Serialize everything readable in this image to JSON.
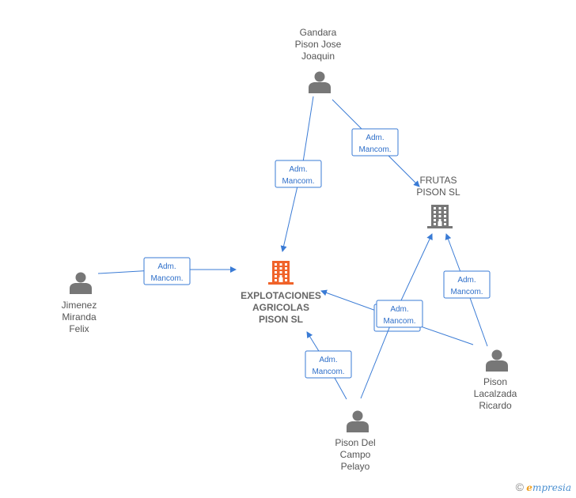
{
  "nodes": [
    {
      "id": "explotaciones",
      "type": "company-main",
      "lines": [
        "EXPLOTACIONES",
        "AGRICOLAS",
        "PISON  SL"
      ]
    },
    {
      "id": "frutas",
      "type": "company",
      "lines": [
        "FRUTAS",
        "PISON SL"
      ]
    },
    {
      "id": "gandara",
      "type": "person",
      "lines": [
        "Gandara",
        "Pison Jose",
        "Joaquin"
      ]
    },
    {
      "id": "jimenez",
      "type": "person",
      "lines": [
        "Jimenez",
        "Miranda",
        "Felix"
      ]
    },
    {
      "id": "lacalzada",
      "type": "person",
      "lines": [
        "Pison",
        "Lacalzada",
        "Ricardo"
      ]
    },
    {
      "id": "delcampo",
      "type": "person",
      "lines": [
        "Pison Del",
        "Campo",
        "Pelayo"
      ]
    }
  ],
  "edges": [
    {
      "from": "gandara",
      "to": "explotaciones",
      "label": [
        "Adm.",
        "Mancom."
      ]
    },
    {
      "from": "gandara",
      "to": "frutas",
      "label": [
        "Adm.",
        "Mancom."
      ]
    },
    {
      "from": "jimenez",
      "to": "explotaciones",
      "label": [
        "Adm.",
        "Mancom."
      ]
    },
    {
      "from": "lacalzada",
      "to": "frutas",
      "label": [
        "Adm.",
        "Mancom."
      ]
    },
    {
      "from": "lacalzada",
      "to": "explotaciones",
      "label": [
        "Adm.",
        "Mancom."
      ]
    },
    {
      "from": "delcampo",
      "to": "frutas",
      "label": [
        "Adm.",
        "Mancom."
      ]
    },
    {
      "from": "delcampo",
      "to": "explotaciones",
      "label": [
        "Adm.",
        "Mancom."
      ]
    }
  ],
  "watermark": {
    "symbol": "©",
    "brand_initial": "e",
    "brand_rest": "mpresia"
  },
  "colors": {
    "edge": "#3a7bd5",
    "main_company": "#f0632a",
    "icon": "#777777"
  }
}
